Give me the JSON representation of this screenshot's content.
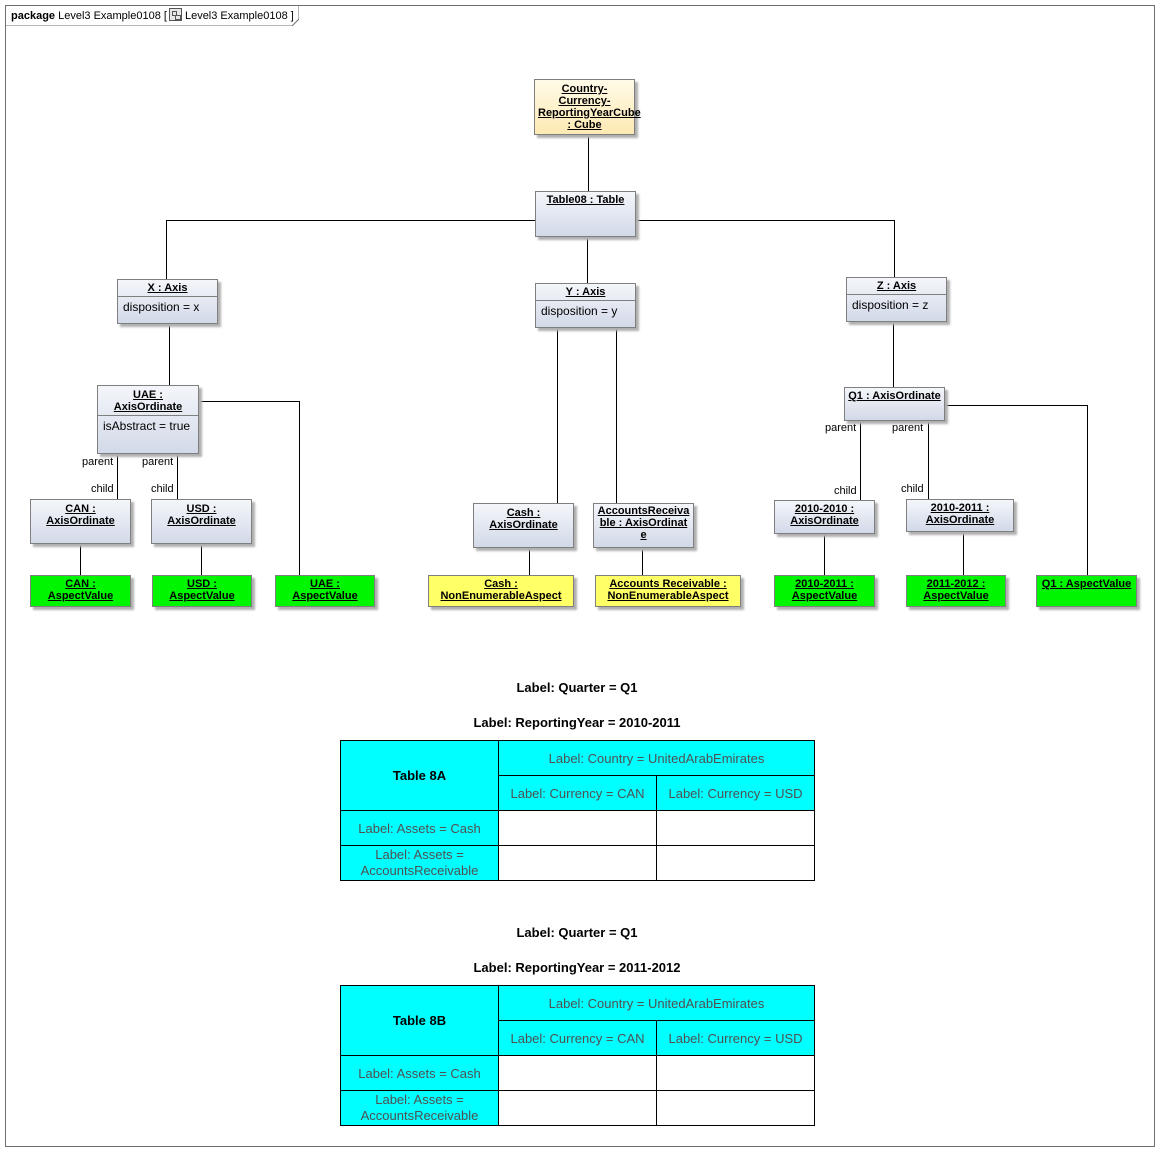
{
  "frame": {
    "keyword": "package",
    "name": "Level3 Example0108 [",
    "diagram_name": "Level3 Example0108 ]",
    "diagram_icon": "class-diagram-icon"
  },
  "nodes": {
    "cube": "Country-Currency-ReportingYearCube : Cube",
    "table": "Table08 : Table",
    "x_axis": "X : Axis",
    "x_attr": "disposition = x",
    "y_axis": "Y : Axis",
    "y_attr": "disposition = y",
    "z_axis": "Z : Axis",
    "z_attr": "disposition = z",
    "uae_ord": "UAE : AxisOrdinate",
    "uae_attr": "isAbstract = true",
    "can_ord": "CAN : AxisOrdinate",
    "usd_ord": "USD : AxisOrdinate",
    "cash_ord": "Cash : AxisOrdinate",
    "ar_ord": "AccountsReceivable : AxisOrdinate",
    "q1_ord": "Q1 : AxisOrdinate",
    "y2010_ord": "2010-2010 : AxisOrdinate",
    "y2011_ord": "2010-2011 : AxisOrdinate",
    "can_val": "CAN : AspectValue",
    "usd_val": "USD : AspectValue",
    "uae_val": "UAE : AspectValue",
    "cash_val": "Cash : NonEnumerableAspect",
    "ar_val": "Accounts Receivable : NonEnumerableAspect",
    "v2010_val": "2010-2011 : AspectValue",
    "v2011_val": "2011-2012 : AspectValue",
    "q1_val": "Q1 : AspectValue"
  },
  "roles": {
    "parent": "parent",
    "child": "child"
  },
  "colors": {
    "aspect_value": "#00f500",
    "non_enumerable": "#ffff66",
    "table_header": "#00ffff",
    "cube": "#fde9b3"
  },
  "tables": [
    {
      "quarter_label": "Label: Quarter = Q1",
      "year_label": "Label: ReportingYear = 2010-2011",
      "title": "Table 8A",
      "country": "Label: Country = UnitedArabEmirates",
      "currency_can": "Label: Currency = CAN",
      "currency_usd": "Label: Currency = USD",
      "row_cash": "Label: Assets = Cash",
      "row_ar": "Label: Assets = AccountsReceivable"
    },
    {
      "quarter_label": "Label: Quarter = Q1",
      "year_label": "Label: ReportingYear = 2011-2012",
      "title": "Table 8B",
      "country": "Label: Country = UnitedArabEmirates",
      "currency_can": "Label: Currency = CAN",
      "currency_usd": "Label: Currency = USD",
      "row_cash": "Label: Assets = Cash",
      "row_ar": "Label: Assets = AccountsReceivable"
    }
  ]
}
